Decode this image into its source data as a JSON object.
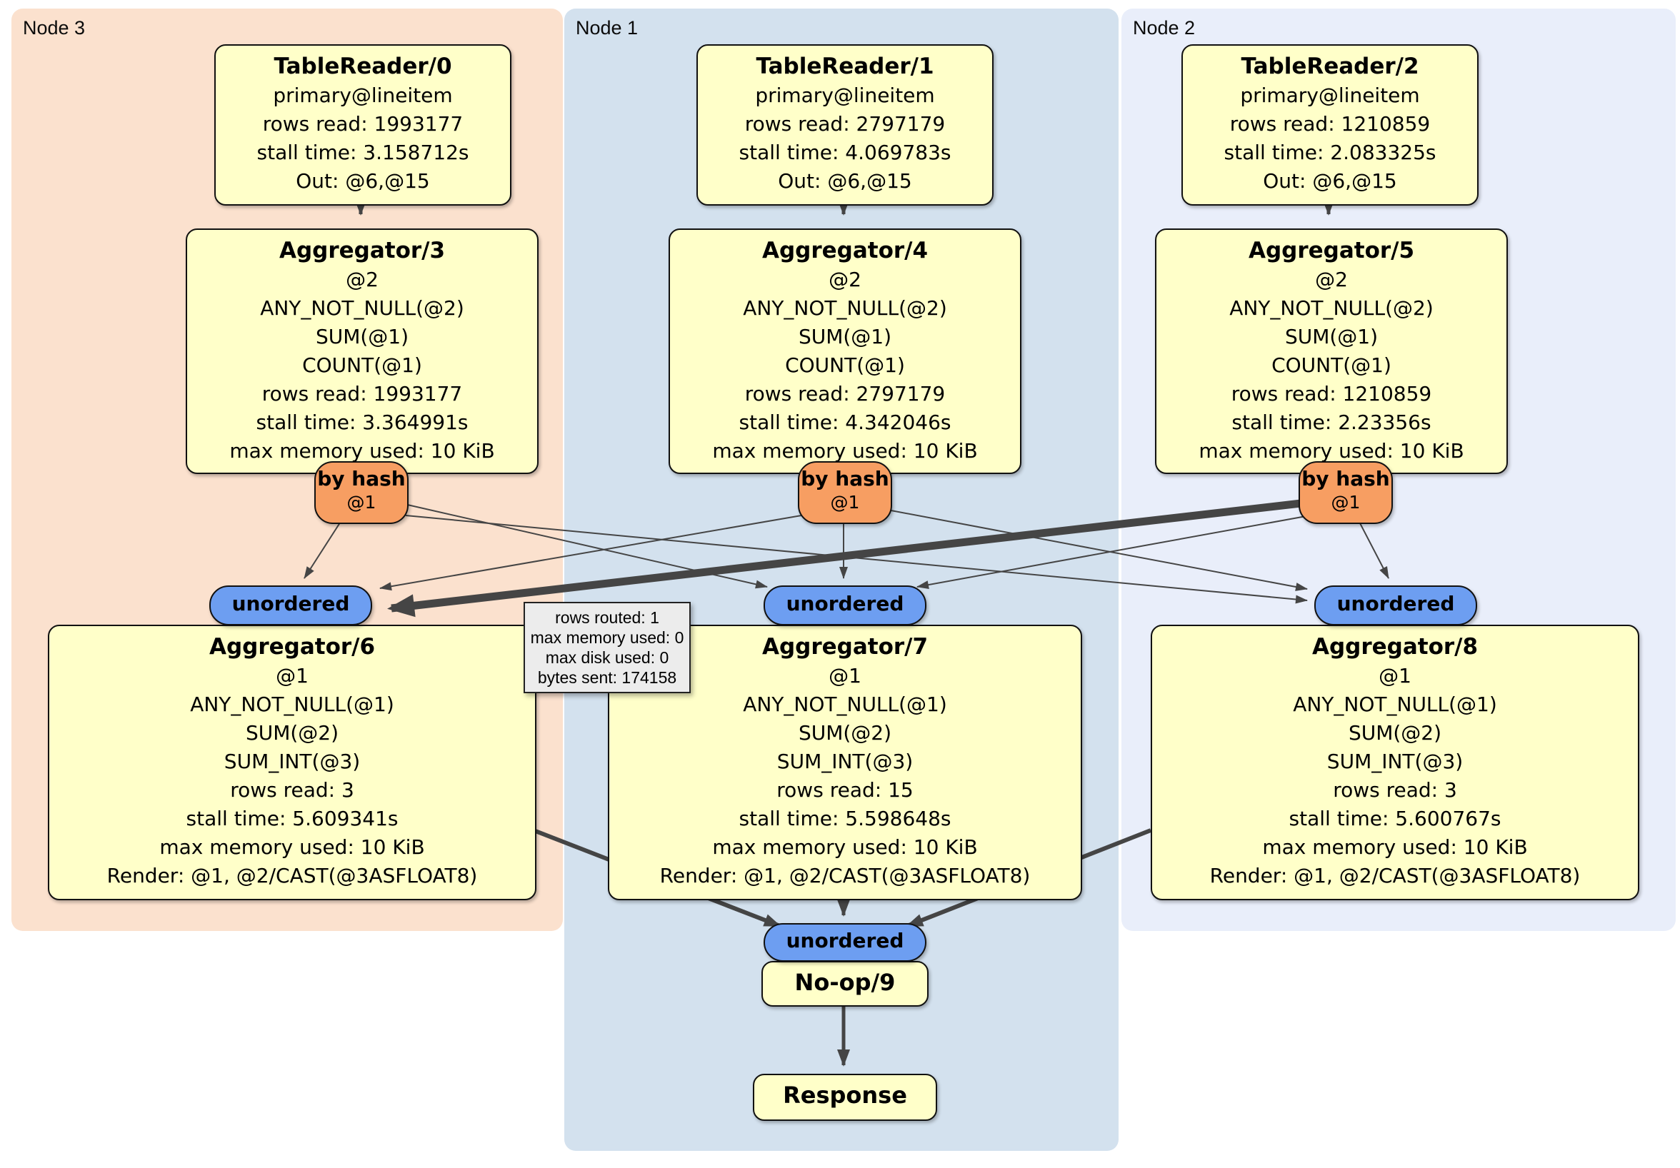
{
  "regions": [
    {
      "id": "node3",
      "label": "Node 3"
    },
    {
      "id": "node1",
      "label": "Node 1"
    },
    {
      "id": "node2",
      "label": "Node 2"
    }
  ],
  "processors": {
    "tablereader0": {
      "title": "TableReader/0",
      "lines": [
        "primary@lineitem",
        "rows read: 1993177",
        "stall time: 3.158712s",
        "Out: @6,@15"
      ]
    },
    "tablereader1": {
      "title": "TableReader/1",
      "lines": [
        "primary@lineitem",
        "rows read: 2797179",
        "stall time: 4.069783s",
        "Out: @6,@15"
      ]
    },
    "tablereader2": {
      "title": "TableReader/2",
      "lines": [
        "primary@lineitem",
        "rows read: 1210859",
        "stall time: 2.083325s",
        "Out: @6,@15"
      ]
    },
    "aggregator3": {
      "title": "Aggregator/3",
      "lines": [
        "@2",
        "ANY_NOT_NULL(@2)",
        "SUM(@1)",
        "COUNT(@1)",
        "rows read: 1993177",
        "stall time: 3.364991s",
        "max memory used: 10 KiB"
      ]
    },
    "aggregator4": {
      "title": "Aggregator/4",
      "lines": [
        "@2",
        "ANY_NOT_NULL(@2)",
        "SUM(@1)",
        "COUNT(@1)",
        "rows read: 2797179",
        "stall time: 4.342046s",
        "max memory used: 10 KiB"
      ]
    },
    "aggregator5": {
      "title": "Aggregator/5",
      "lines": [
        "@2",
        "ANY_NOT_NULL(@2)",
        "SUM(@1)",
        "COUNT(@1)",
        "rows read: 1210859",
        "stall time: 2.23356s",
        "max memory used: 10 KiB"
      ]
    },
    "aggregator6": {
      "title": "Aggregator/6",
      "lines": [
        "@1",
        "ANY_NOT_NULL(@1)",
        "SUM(@2)",
        "SUM_INT(@3)",
        "rows read: 3",
        "stall time: 5.609341s",
        "max memory used: 10 KiB",
        "Render: @1, @2/CAST(@3ASFLOAT8)"
      ]
    },
    "aggregator7": {
      "title": "Aggregator/7",
      "lines": [
        "@1",
        "ANY_NOT_NULL(@1)",
        "SUM(@2)",
        "SUM_INT(@3)",
        "rows read: 15",
        "stall time: 5.598648s",
        "max memory used: 10 KiB",
        "Render: @1, @2/CAST(@3ASFLOAT8)"
      ]
    },
    "aggregator8": {
      "title": "Aggregator/8",
      "lines": [
        "@1",
        "ANY_NOT_NULL(@1)",
        "SUM(@2)",
        "SUM_INT(@3)",
        "rows read: 3",
        "stall time: 5.600767s",
        "max memory used: 10 KiB",
        "Render: @1, @2/CAST(@3ASFLOAT8)"
      ]
    },
    "noop9": {
      "title": "No-op/9"
    },
    "response": {
      "title": "Response"
    }
  },
  "routers": [
    {
      "label": "by hash",
      "hash_key": "@1"
    },
    {
      "label": "by hash",
      "hash_key": "@1"
    },
    {
      "label": "by hash",
      "hash_key": "@1"
    }
  ],
  "syncs": [
    {
      "label": "unordered"
    },
    {
      "label": "unordered"
    },
    {
      "label": "unordered"
    },
    {
      "label": "unordered"
    }
  ],
  "stream_tooltip": {
    "lines": [
      "rows routed: 1",
      "max memory used: 0",
      "max disk used: 0",
      "bytes sent: 174158"
    ]
  },
  "colors": {
    "box_fill": "#ffffc9",
    "router_fill": "#f79e62",
    "sync_fill": "#6d9ef1",
    "node3_bg": "#fbe1ce",
    "node1_bg": "#d3e1ee",
    "node2_bg": "#e9eefa",
    "tooltip_bg": "#ececec",
    "edge": "#454545"
  }
}
